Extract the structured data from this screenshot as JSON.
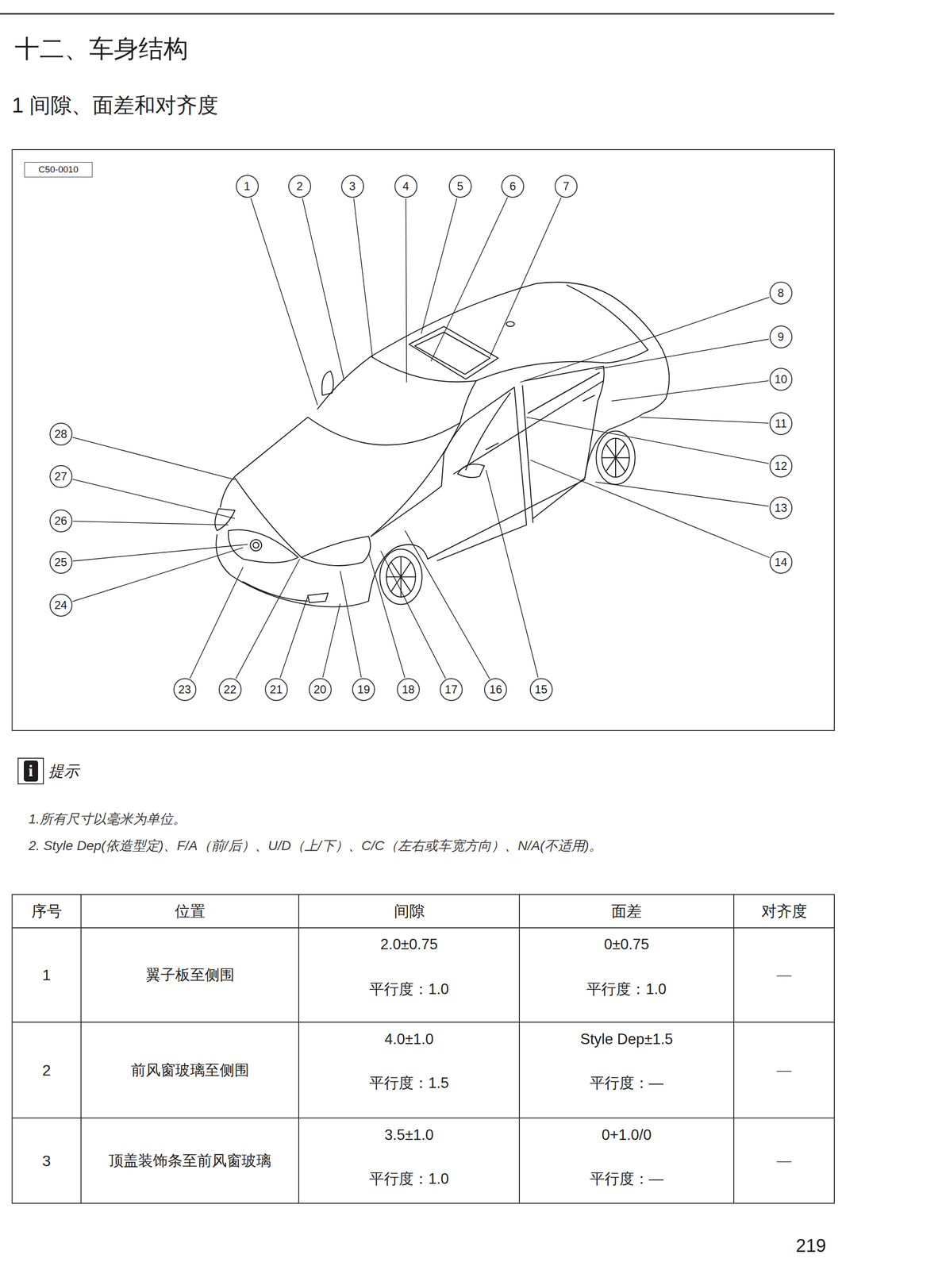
{
  "diagram": {
    "title": "十二、车身结构",
    "nodes": [
      {
        "text": [
          "C50-0010"
        ]
      },
      {
        "text": [
          "1"
        ]
      },
      {
        "text": [
          "2"
        ]
      },
      {
        "text": [
          "3"
        ]
      },
      {
        "text": [
          "4"
        ]
      },
      {
        "text": [
          "5"
        ]
      },
      {
        "text": [
          "6"
        ]
      },
      {
        "text": [
          "7"
        ]
      },
      {
        "text": [
          "8"
        ]
      },
      {
        "text": [
          "9"
        ]
      },
      {
        "text": [
          "10"
        ]
      },
      {
        "text": [
          "11"
        ]
      },
      {
        "text": [
          "12"
        ]
      },
      {
        "text": [
          "13"
        ]
      },
      {
        "text": [
          "14"
        ]
      },
      {
        "text": [
          "15"
        ]
      },
      {
        "text": [
          "16"
        ]
      },
      {
        "text": [
          "17"
        ]
      },
      {
        "text": [
          "18"
        ]
      },
      {
        "text": [
          "19"
        ]
      },
      {
        "text": [
          "20"
        ]
      },
      {
        "text": [
          "21"
        ]
      },
      {
        "text": [
          "22"
        ]
      },
      {
        "text": [
          "23"
        ]
      },
      {
        "text": [
          "24"
        ]
      },
      {
        "text": [
          "25"
        ]
      },
      {
        "text": [
          "26"
        ]
      },
      {
        "text": [
          "27"
        ]
      },
      {
        "text": [
          "28"
        ]
      },
      {
        "text": [
          "i"
        ]
      }
    ],
    "labels": [
      "1 间隙、面差和对齐度",
      "提示",
      "1.所有尺寸以毫米为单位。",
      "2. Style Dep(依造型定)、F/A（前/后）、U/D（上/下）、C/C（左右或车宽方向）、N/A(不适用)。",
      "序号",
      "位置",
      "间隙",
      "面差",
      "对齐度",
      "1",
      "翼子板至侧围",
      "2.0±0.75",
      "平行度：1.0",
      "0±0.75",
      "平行度：1.0",
      "—",
      "2",
      "前风窗玻璃至侧围",
      "4.0±1.0",
      "平行度：1.5",
      "Style Dep±1.5",
      "平行度：—",
      "—",
      "3",
      "顶盖装饰条至前风窗玻璃",
      "3.5±1.0",
      "平行度：1.0",
      "0+1.0/0",
      "平行度：—",
      "—",
      "219"
    ]
  }
}
